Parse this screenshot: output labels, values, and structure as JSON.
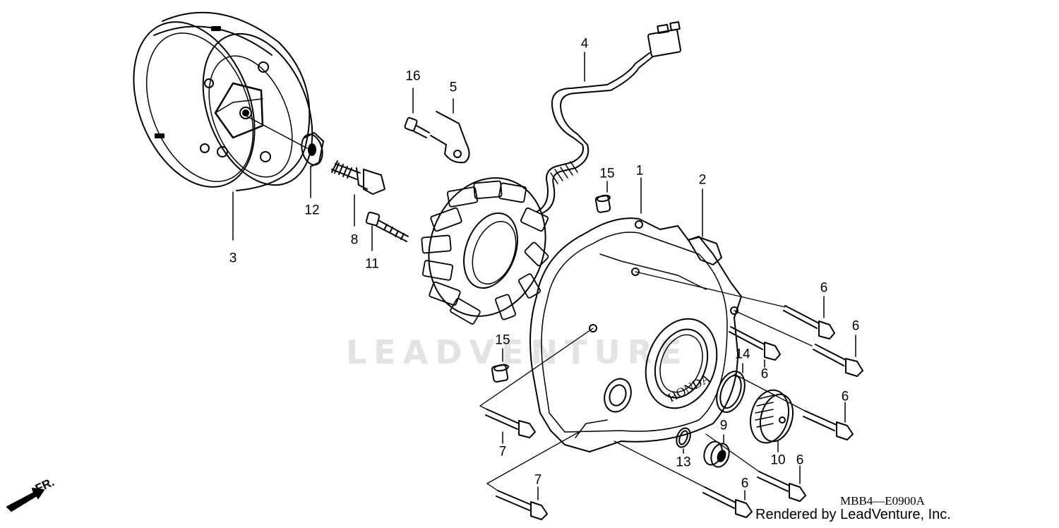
{
  "diagram": {
    "watermark": "LEADVENTURE",
    "code": "MBB4—E0900A",
    "credit": "Rendered by LeadVenture, Inc.",
    "front_label": "FR.",
    "cover_brand": "HONDA"
  },
  "callouts": [
    {
      "id": "c1",
      "label": "1"
    },
    {
      "id": "c2",
      "label": "2"
    },
    {
      "id": "c3",
      "label": "3"
    },
    {
      "id": "c4",
      "label": "4"
    },
    {
      "id": "c5",
      "label": "5"
    },
    {
      "id": "c6a",
      "label": "6"
    },
    {
      "id": "c6b",
      "label": "6"
    },
    {
      "id": "c6c",
      "label": "6"
    },
    {
      "id": "c6d",
      "label": "6"
    },
    {
      "id": "c6e",
      "label": "6"
    },
    {
      "id": "c6f",
      "label": "6"
    },
    {
      "id": "c7a",
      "label": "7"
    },
    {
      "id": "c7b",
      "label": "7"
    },
    {
      "id": "c8",
      "label": "8"
    },
    {
      "id": "c9",
      "label": "9"
    },
    {
      "id": "c10",
      "label": "10"
    },
    {
      "id": "c11",
      "label": "11"
    },
    {
      "id": "c12",
      "label": "12"
    },
    {
      "id": "c13",
      "label": "13"
    },
    {
      "id": "c14",
      "label": "14"
    },
    {
      "id": "c15a",
      "label": "15"
    },
    {
      "id": "c15b",
      "label": "15"
    },
    {
      "id": "c16",
      "label": "16"
    }
  ]
}
